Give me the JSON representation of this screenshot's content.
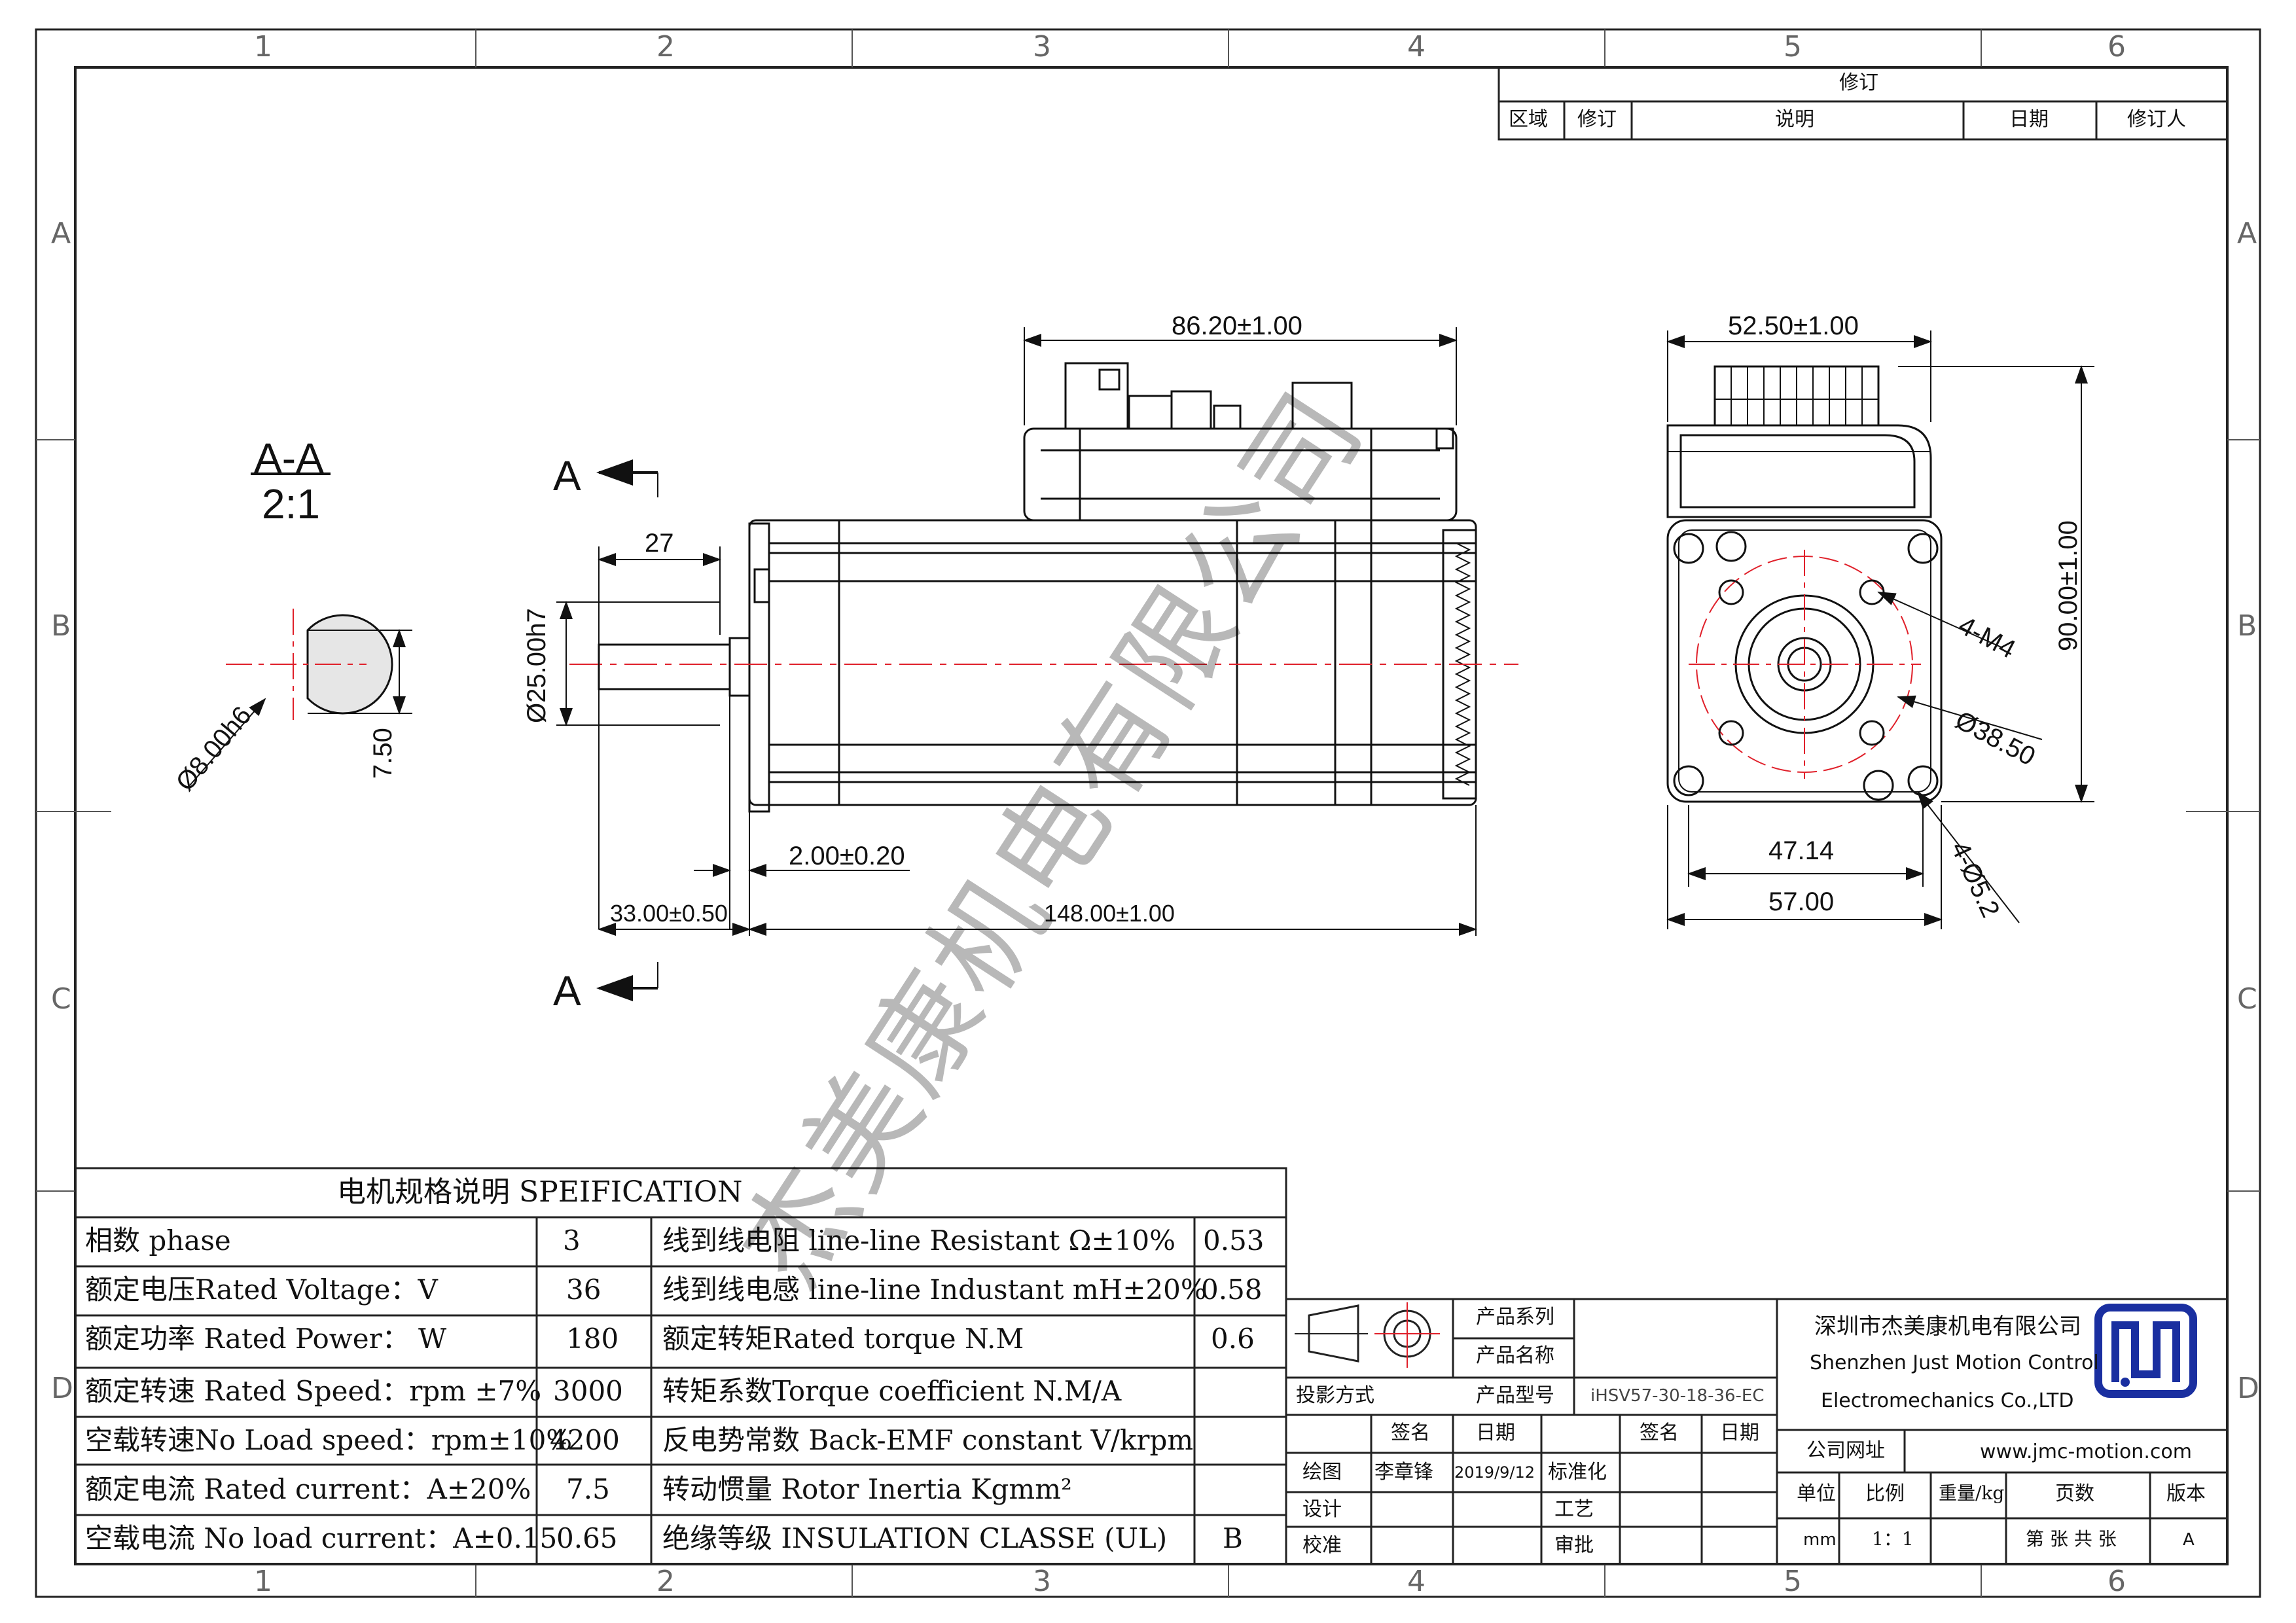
{
  "revision_block": {
    "title": "修订",
    "headers": [
      "区域",
      "修订",
      "说明",
      "日期",
      "修订人"
    ]
  },
  "grid": {
    "columns": [
      "1",
      "2",
      "3",
      "4",
      "5",
      "6"
    ],
    "rows": [
      "A",
      "B",
      "C",
      "D"
    ]
  },
  "section": {
    "label": "A-A",
    "scale": "2:1",
    "cut_letter": "A"
  },
  "dimensions": {
    "shaft_diameter": "Ø8.00h6",
    "shaft_flat": "7.50",
    "key_length": "27",
    "pilot_diameter": "Ø25.00h7",
    "pilot_depth": "2.00±0.20",
    "shaft_length": "33.00±0.50",
    "body_length": "148.00±1.00",
    "drive_length": "86.20±1.00",
    "drive_width": "52.50±1.00",
    "overall_height": "90.00±1.00",
    "bolt_spacing": "47.14",
    "flange_width": "57.00",
    "bolt_circle": "Ø38.50",
    "tapped_holes": "4-M4",
    "mount_holes": "4-Ø5.2"
  },
  "watermark": "杰美康机电有限公司",
  "spec_table": {
    "title": "电机规格说明 SPEIFICATION",
    "rows": [
      [
        "相数 phase",
        "3",
        "线到线电阻 line-line Resistant Ω±10%",
        "0.53"
      ],
      [
        "额定电压Rated Voltage：V",
        "36",
        "线到线电感 line-line Industant mH±20%",
        "0.58"
      ],
      [
        "额定功率 Rated Power： W",
        "180",
        "额定转矩Rated torque N.M",
        "0.6"
      ],
      [
        "额定转速 Rated Speed：rpm ±7%",
        "3000",
        "转矩系数Torque coefficient N.M/A",
        ""
      ],
      [
        "空载转速No Load speed：rpm±10%",
        "4200",
        "反电势常数 Back-EMF constant V/krpm",
        ""
      ],
      [
        "额定电流 Rated current：A±20%",
        "7.5",
        "转动惯量 Rotor Inertia Kgmm²",
        ""
      ],
      [
        "空载电流 No load current：A±0.15",
        "0.65",
        "绝缘等级 INSULATION CLASSE (UL)",
        "B"
      ]
    ]
  },
  "title_block": {
    "product_series_label": "产品系列",
    "product_name_label": "产品名称",
    "product_model_label": "产品型号",
    "product_model": "iHSV57-30-18-36-EC",
    "projection_label": "投影方式",
    "sign_label": "签名",
    "date_label": "日期",
    "sign_label2": "签名",
    "date_label2": "日期",
    "draw_label": "绘图",
    "drawer": "李章锋",
    "draw_date": "2019/9/12",
    "standard_label": "标准化",
    "design_label": "设计",
    "process_label": "工艺",
    "check_label": "校准",
    "approve_label": "审批",
    "company_cn": "深圳市杰美康机电有限公司",
    "company_en1": "Shenzhen Just Motion Control",
    "company_en2": "Electromechanics Co.,LTD",
    "website_label": "公司网址",
    "website": "www.jmc-motion.com",
    "unit_label": "单位",
    "scale_label": "比例",
    "weight_label": "重量/kg",
    "pages_label": "页数",
    "version_label": "版本",
    "unit": "mm",
    "scale": "1：1",
    "pages": "第 张 共 张",
    "version": "A"
  },
  "colors": {
    "line": "#111111",
    "center_line": "#e0202a",
    "logo": "#1a2fa0",
    "watermark": "#9a9a9a"
  }
}
